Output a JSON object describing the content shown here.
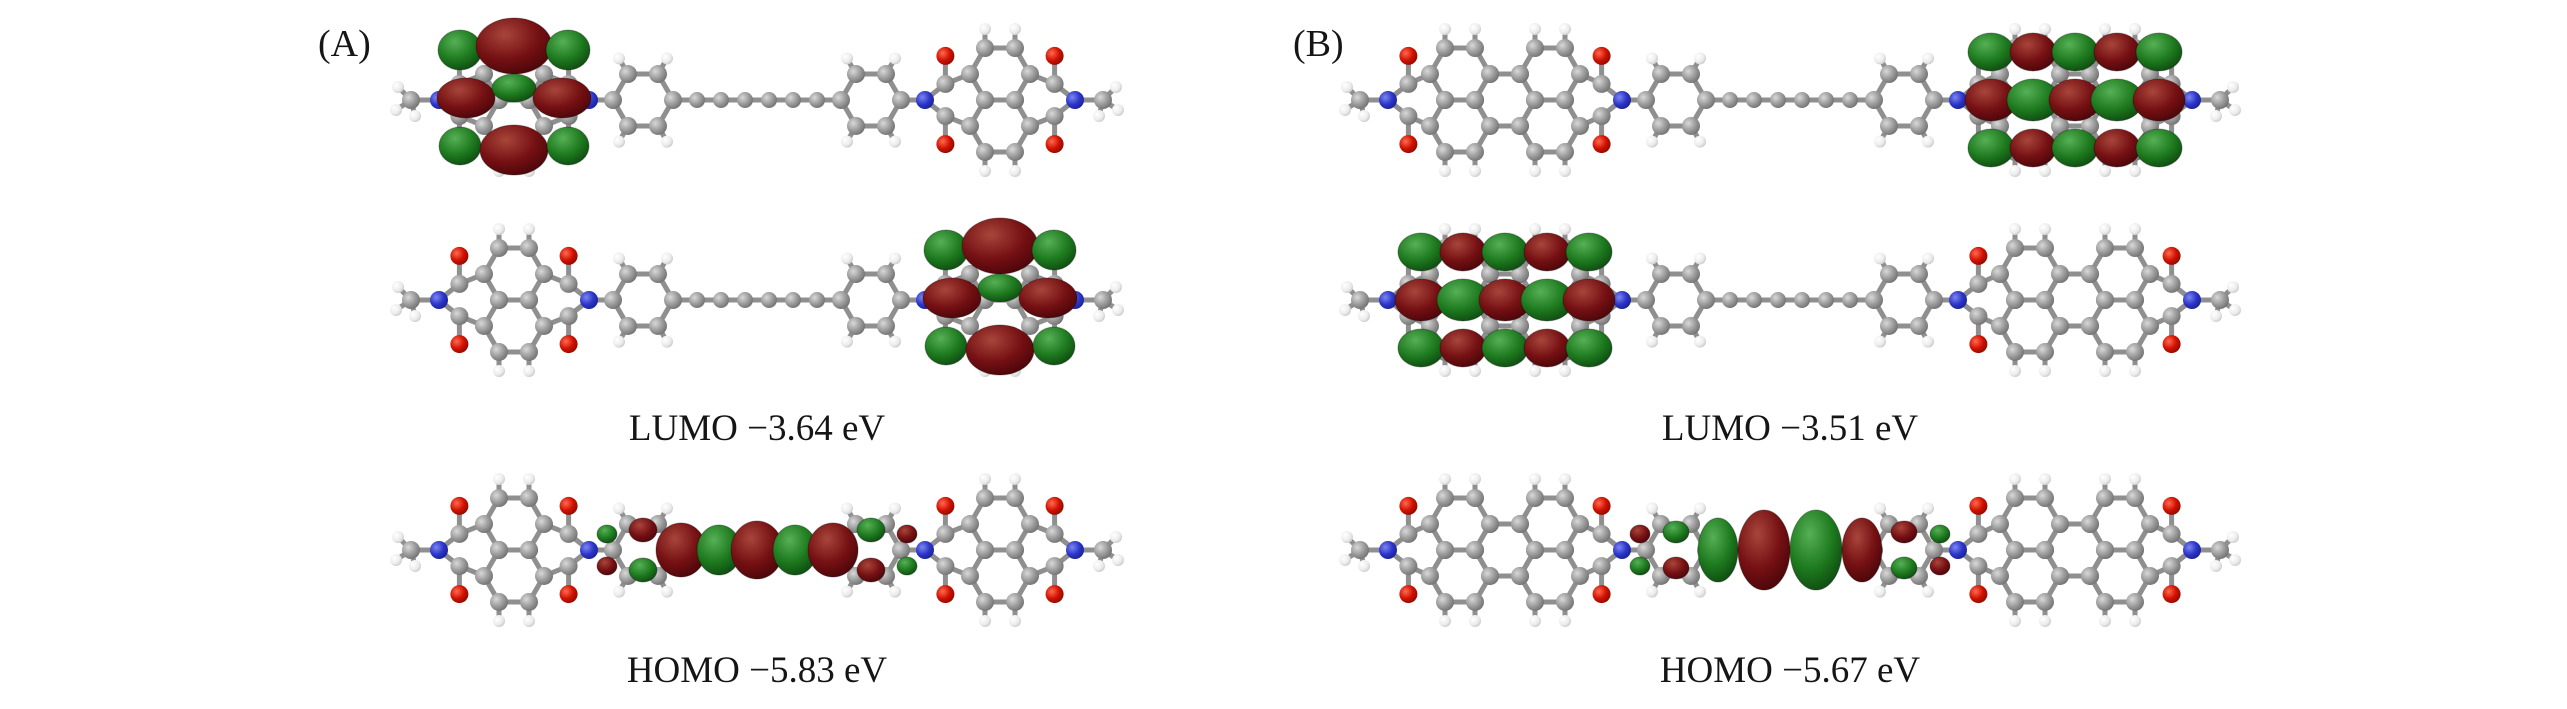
{
  "figure": {
    "background": "#ffffff",
    "panels": [
      {
        "label": "(A)",
        "unit": "NDI",
        "rows": [
          {
            "orbital": "LUMO",
            "localization": "left"
          },
          {
            "orbital": "LUMO",
            "localization": "right"
          },
          {
            "orbital": "HOMO",
            "localization": "bridge"
          }
        ],
        "captions": {
          "lumo": "LUMO −3.64 eV",
          "homo": "HOMO −5.83 eV"
        },
        "energies": {
          "lumo_eV": -3.64,
          "homo_eV": -5.83
        }
      },
      {
        "label": "(B)",
        "unit": "PDI",
        "rows": [
          {
            "orbital": "LUMO",
            "localization": "right"
          },
          {
            "orbital": "LUMO",
            "localization": "left"
          },
          {
            "orbital": "HOMO",
            "localization": "bridge"
          }
        ],
        "captions": {
          "lumo": "LUMO −3.51 eV",
          "homo": "HOMO −5.67 eV"
        },
        "energies": {
          "lumo_eV": -3.51,
          "homo_eV": -5.67
        }
      }
    ],
    "colors": {
      "carbon": "#9a9a9a",
      "hydrogen": "#f2f2f2",
      "oxygen": "#d01000",
      "nitrogen": "#2b35c8",
      "bond": "#8f8f8f",
      "orbital_phase_positive": "#751013",
      "orbital_phase_negative": "#1e7a1e"
    }
  }
}
